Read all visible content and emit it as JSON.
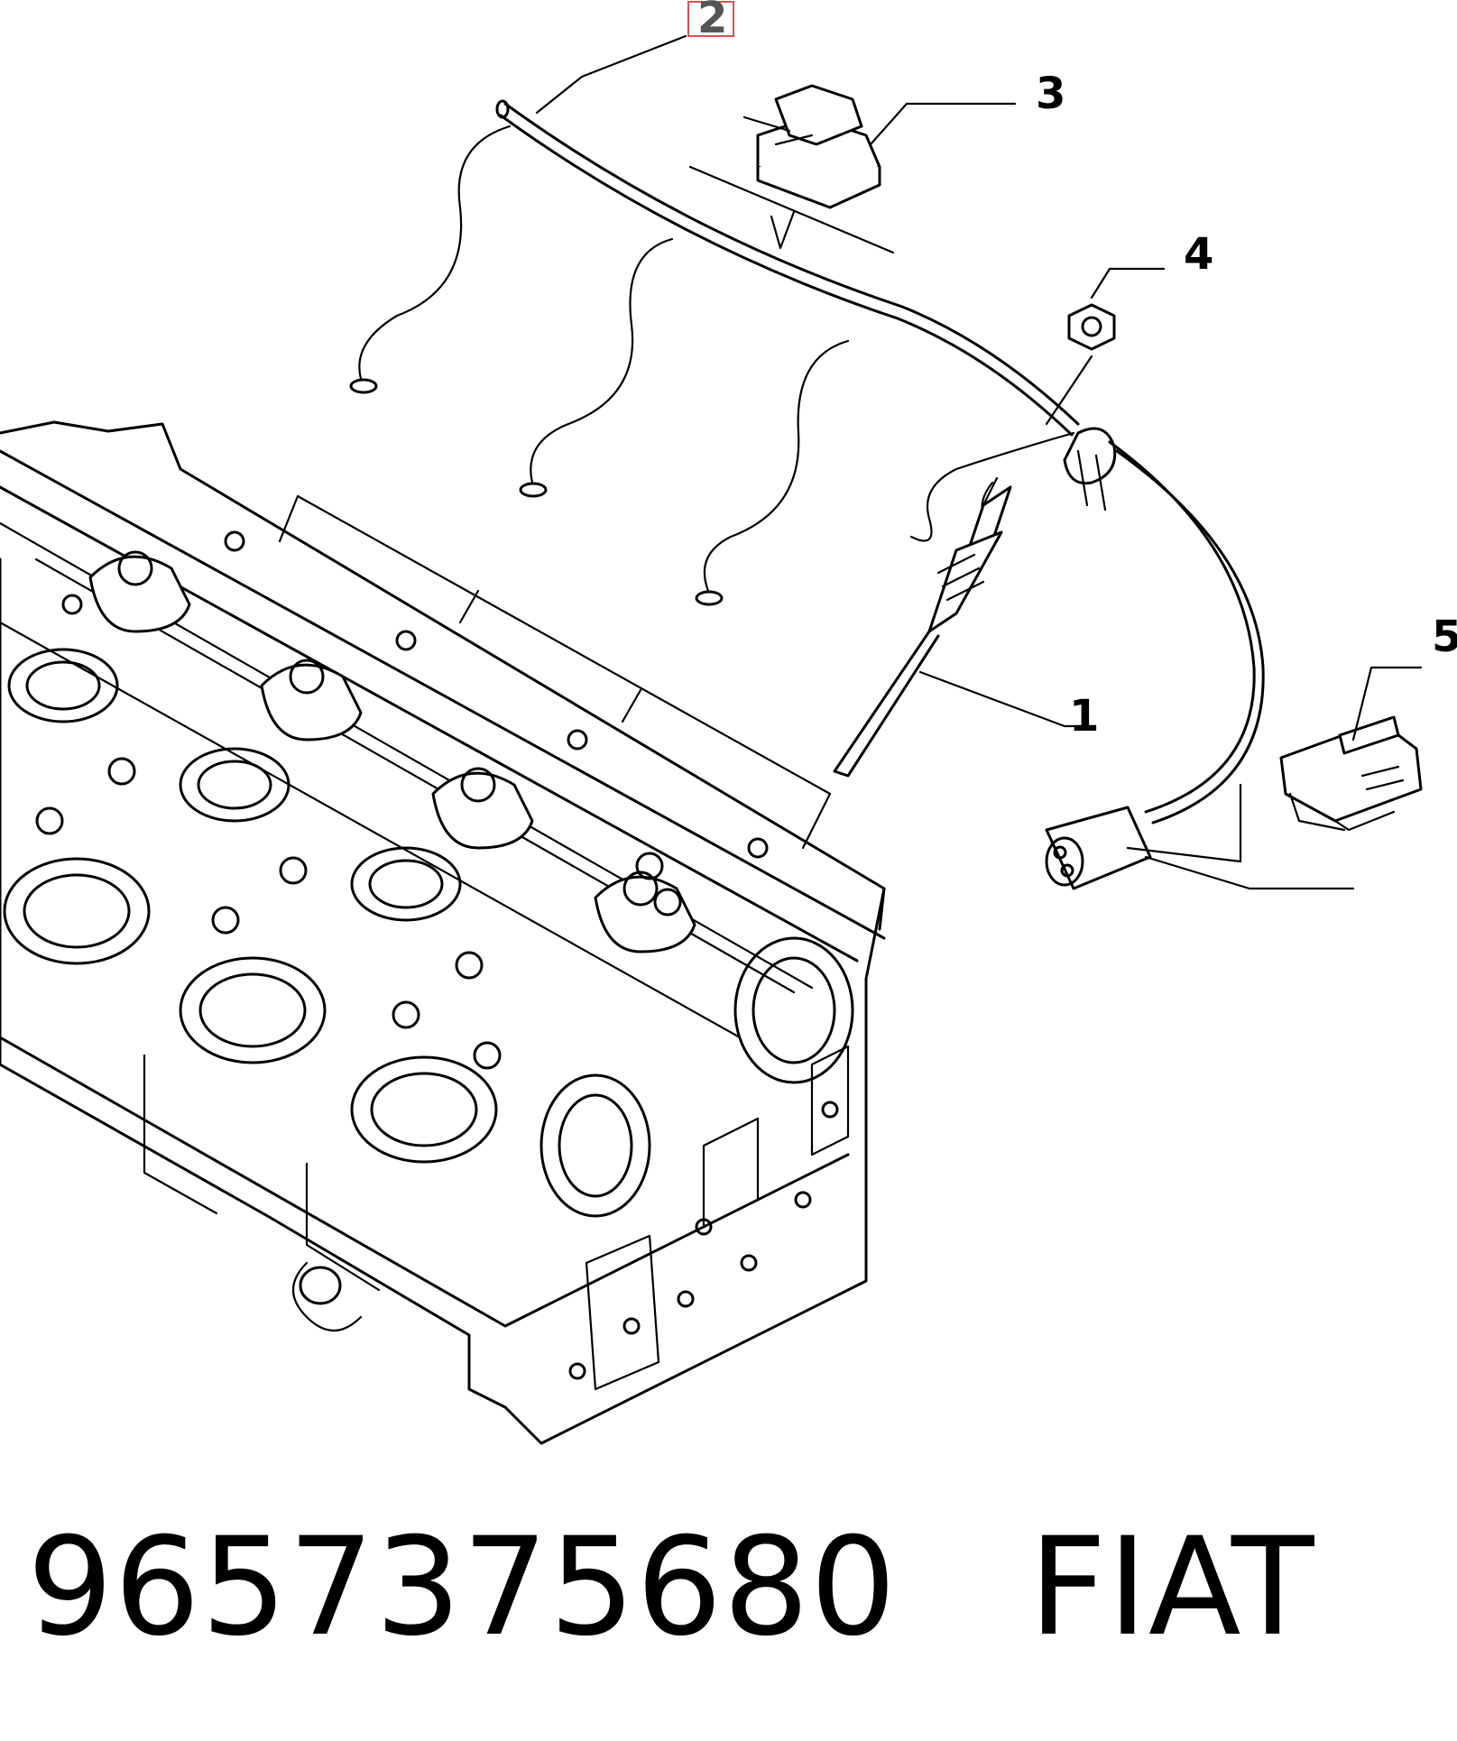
{
  "callouts": [
    {
      "id": "1",
      "label": "1"
    },
    {
      "id": "2",
      "label": "2",
      "highlighted": true,
      "highlight_color": "#e05050"
    },
    {
      "id": "3",
      "label": "3"
    },
    {
      "id": "4",
      "label": "4"
    },
    {
      "id": "5",
      "label": "5"
    }
  ],
  "caption": {
    "part_number": "9657375680",
    "brand": "FIAT"
  },
  "colors": {
    "line": "#000000",
    "highlight_box": "#e05050",
    "background": "#ffffff"
  }
}
